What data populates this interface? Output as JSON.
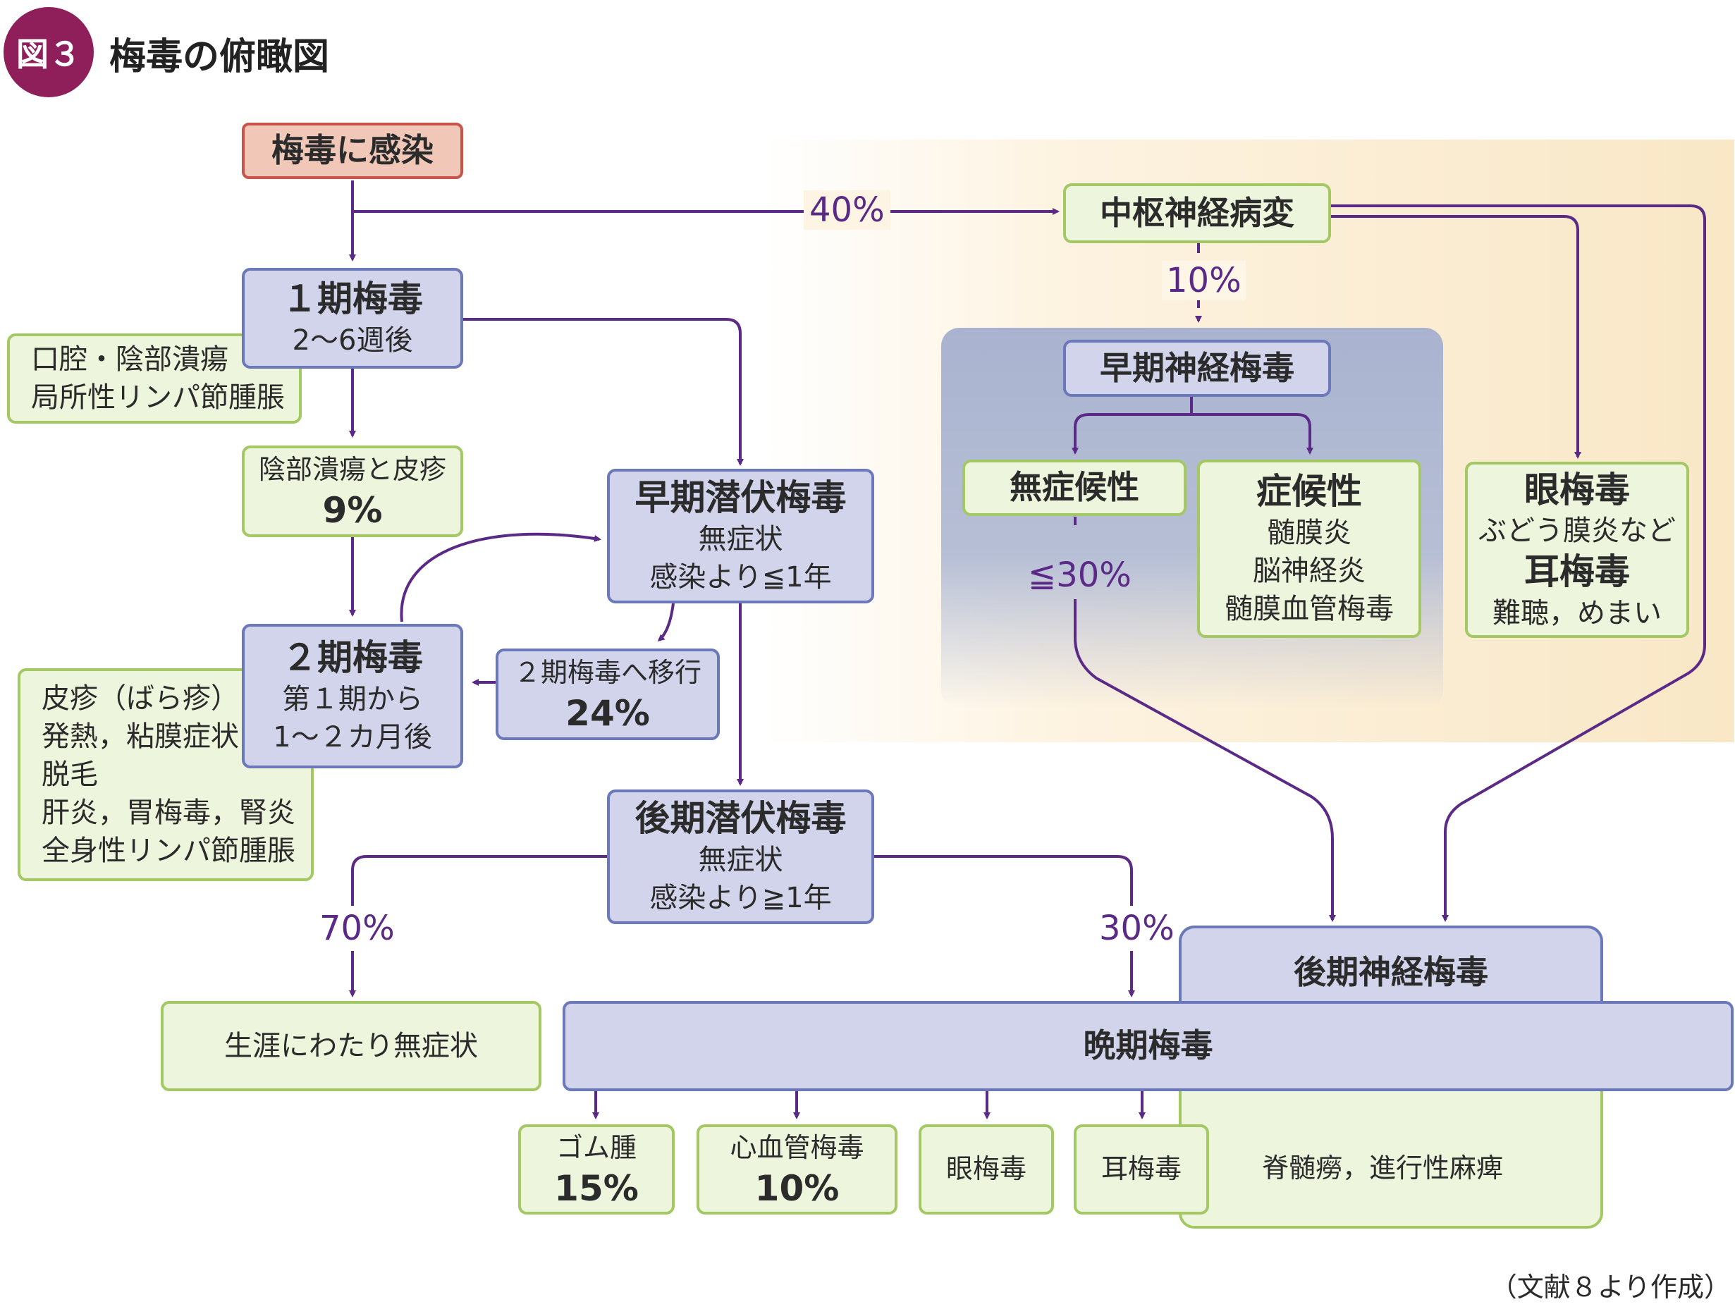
{
  "figure": {
    "badge": "図３",
    "title": "梅毒の俯瞰図",
    "source": "（文献８より作成）"
  },
  "nodes": {
    "infection": "梅毒に感染",
    "primary": {
      "title": "１期梅毒",
      "sub": "2〜6週後"
    },
    "primary_symptoms": [
      "口腔・陰部潰瘍",
      "局所性リンパ節腫脹"
    ],
    "rash": {
      "label": "陰部潰瘍と皮疹",
      "pct": "9%"
    },
    "secondary": {
      "title": "２期梅毒",
      "sub1": "第１期から",
      "sub2": "1〜２カ月後"
    },
    "secondary_symptoms": [
      "皮疹（ばら疹）",
      "発熱，粘膜症状",
      "脱毛",
      "肝炎，胃梅毒，腎炎",
      "全身性リンパ節腫脹"
    ],
    "early_latent": {
      "title": "早期潜伏梅毒",
      "sub1": "無症状",
      "sub2": "感染より≦1年"
    },
    "to_secondary": {
      "label": "２期梅毒へ移行",
      "pct": "24%"
    },
    "late_latent": {
      "title": "後期潜伏梅毒",
      "sub1": "無症状",
      "sub2": "感染より≧1年"
    },
    "lifelong": "生涯にわたり無症状",
    "cns": "中枢神経病変",
    "early_neuro": "早期神経梅毒",
    "asymptomatic": "無症候性",
    "symptomatic": {
      "title": "症候性",
      "items": [
        "髄膜炎",
        "脳神経炎",
        "髄膜血管梅毒"
      ]
    },
    "ocular_otic": {
      "title1": "眼梅毒",
      "sub1": "ぶどう膜炎など",
      "title2": "耳梅毒",
      "sub2": "難聴，めまい"
    },
    "late_neuro": "後期神経梅毒",
    "tertiary": "晩期梅毒",
    "gumma": {
      "label": "ゴム腫",
      "pct": "15%"
    },
    "cardio": {
      "label": "心血管梅毒",
      "pct": "10%"
    },
    "eye": "眼梅毒",
    "ear": "耳梅毒",
    "tabes": "脊髄癆，進行性麻痺"
  },
  "percentages": {
    "to_cns": "40%",
    "to_early_neuro": "10%",
    "asymptomatic_late": "≦30%",
    "lifelong": "70%",
    "tertiary": "30%"
  },
  "colors": {
    "arrow": "#5b2a86",
    "badge": "#8e1f5a",
    "blue_fill": "#d2d4ec",
    "blue_border": "#6b78b9",
    "green_fill": "#eef5dd",
    "green_border": "#a3c864",
    "red_fill": "#f1c8b8",
    "red_border": "#c8544b"
  }
}
